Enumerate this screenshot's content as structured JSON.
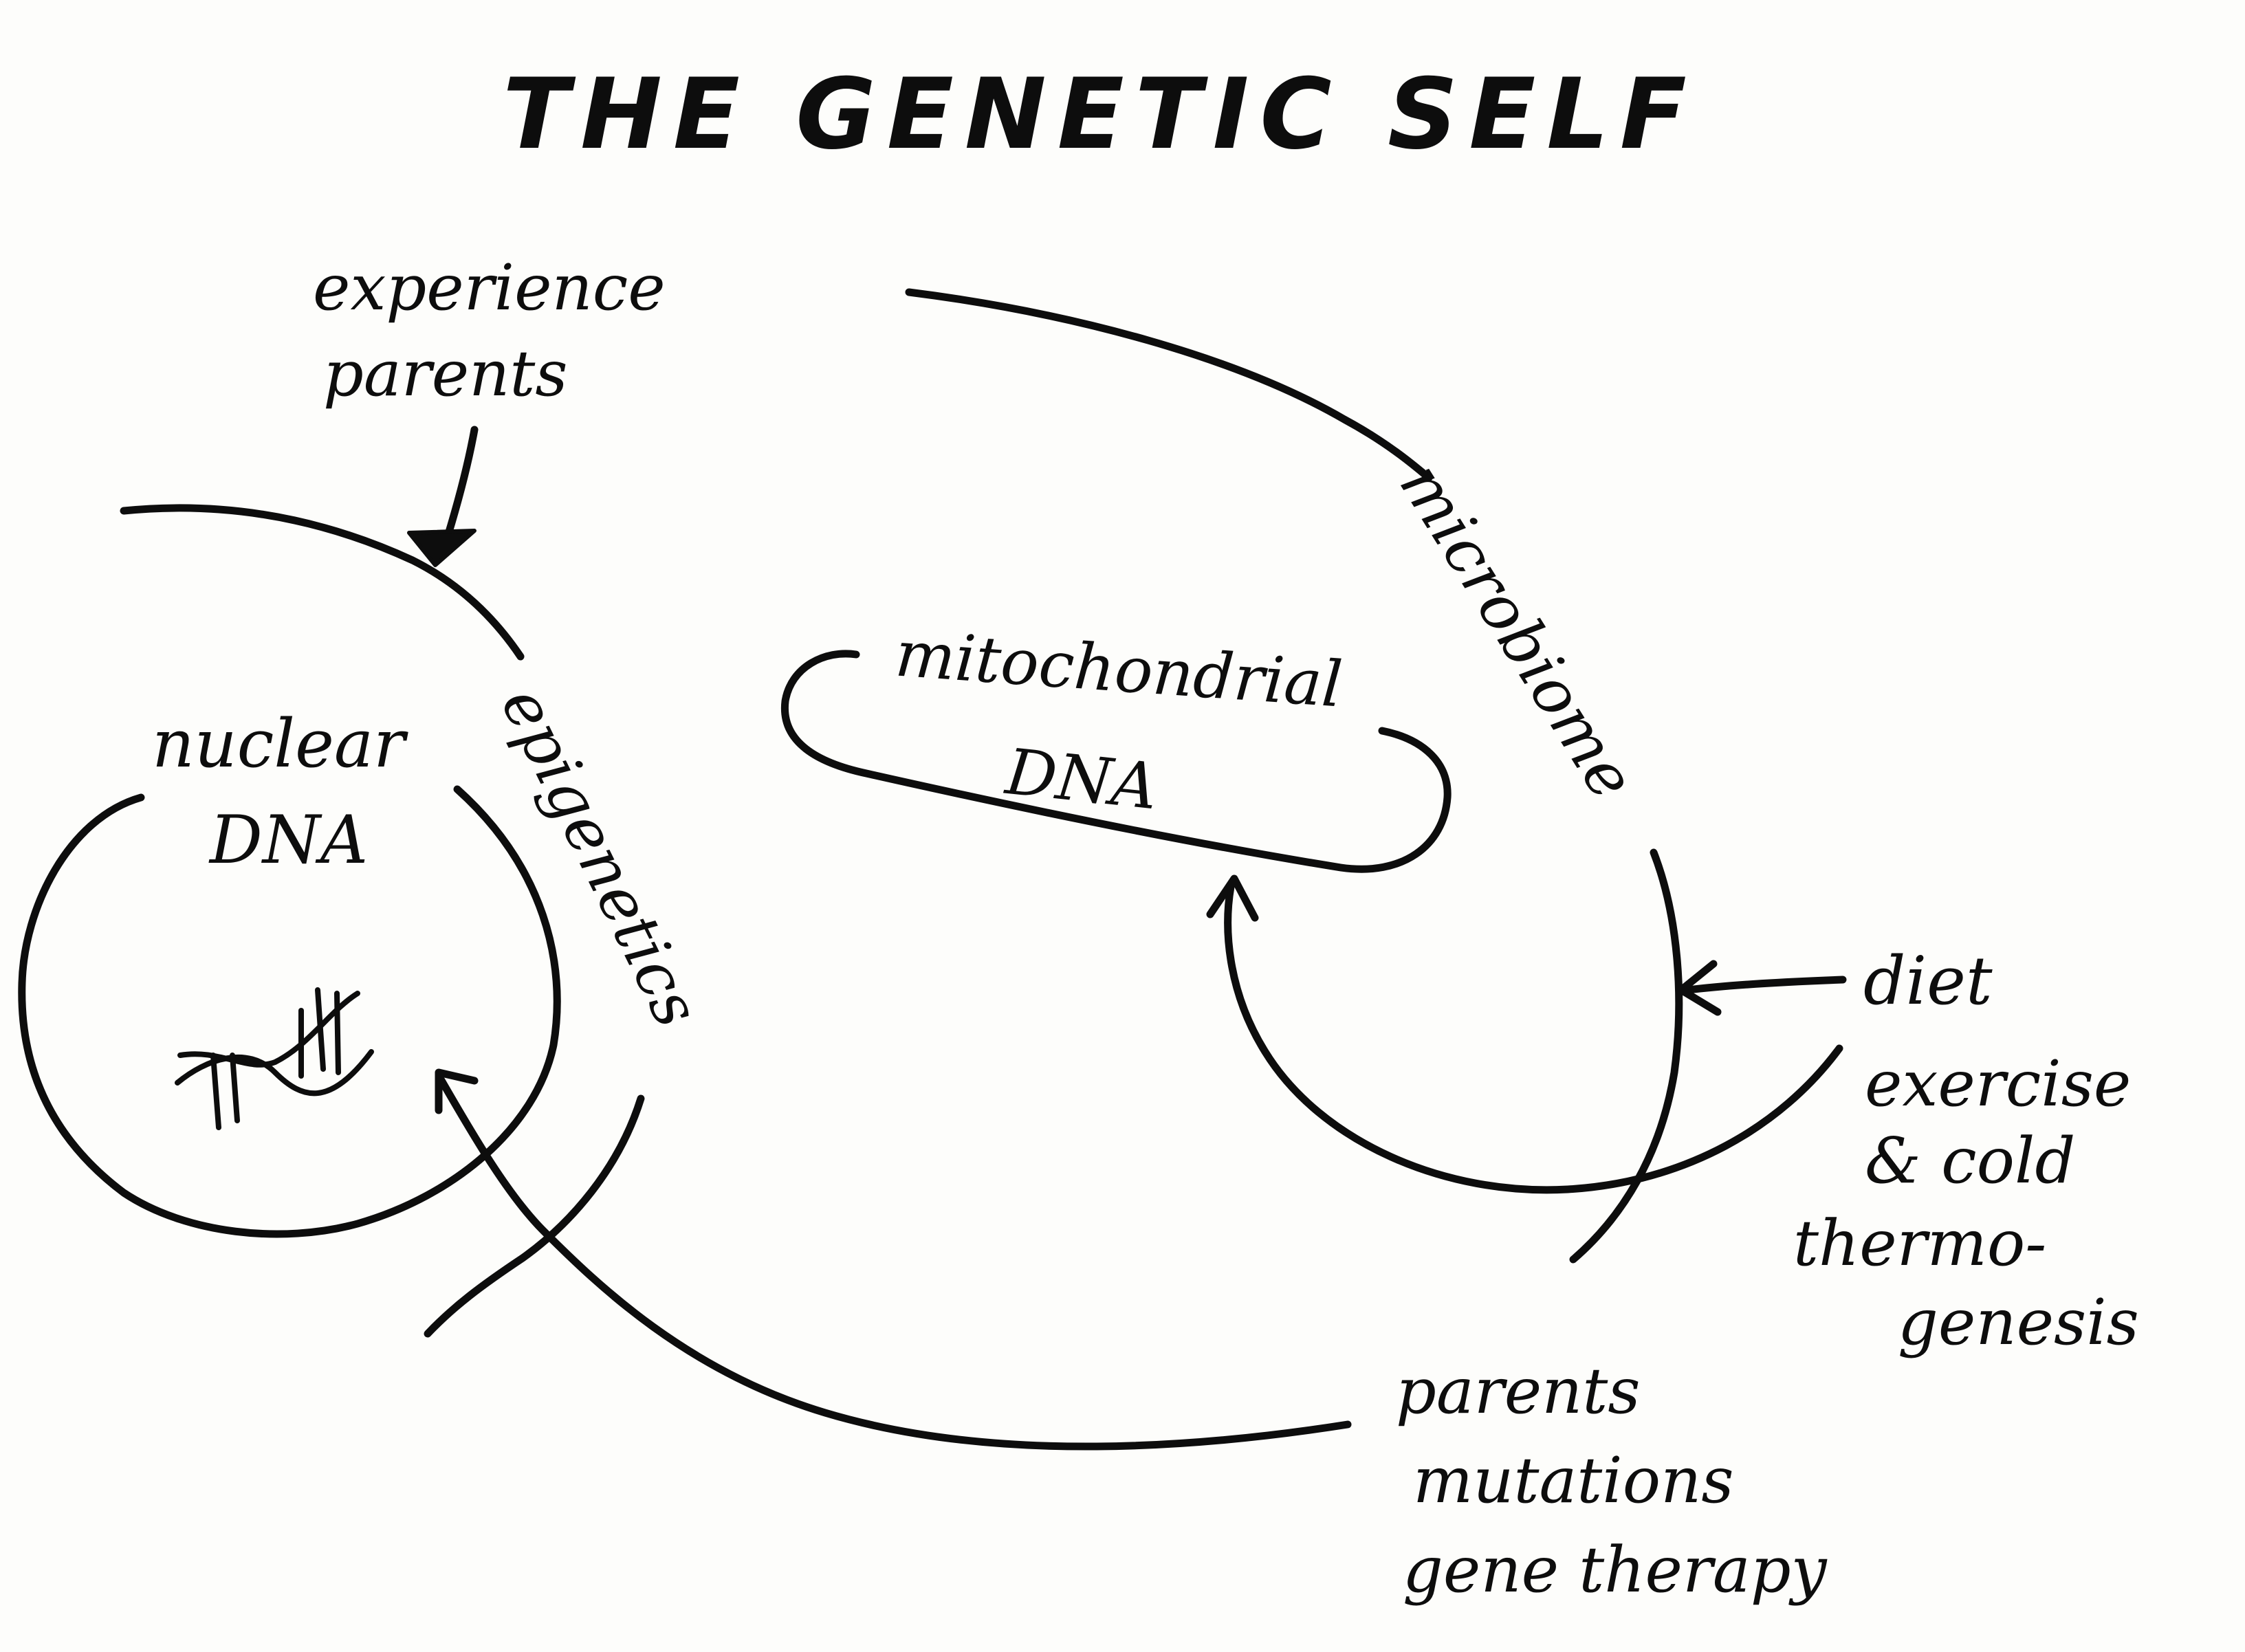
{
  "title": "THE GENETIC SELF",
  "regions": {
    "nuclear_dna": {
      "line1": "nuclear",
      "line2": "DNA"
    },
    "mitochondrial_dna": {
      "line1": "mitochondrial",
      "line2": "DNA"
    }
  },
  "rings": {
    "epigenetics": "epigenetics",
    "microbiome": "microbiome"
  },
  "influences": {
    "epigenetic_inputs": {
      "line1": "experience",
      "line2": "parents"
    },
    "microbiome_inputs": {
      "line1": "diet"
    },
    "mitochondrial_inputs": {
      "line1": "exercise",
      "line2": "& cold",
      "line3": "thermo-",
      "line4": "genesis"
    },
    "nuclear_inputs": {
      "line1": "parents",
      "line2": "mutations",
      "line3": "gene therapy"
    }
  },
  "icons": [
    "dna-helix-icon"
  ],
  "colors": {
    "ink": "#0d0d0d",
    "paper": "#fdfdfb"
  }
}
